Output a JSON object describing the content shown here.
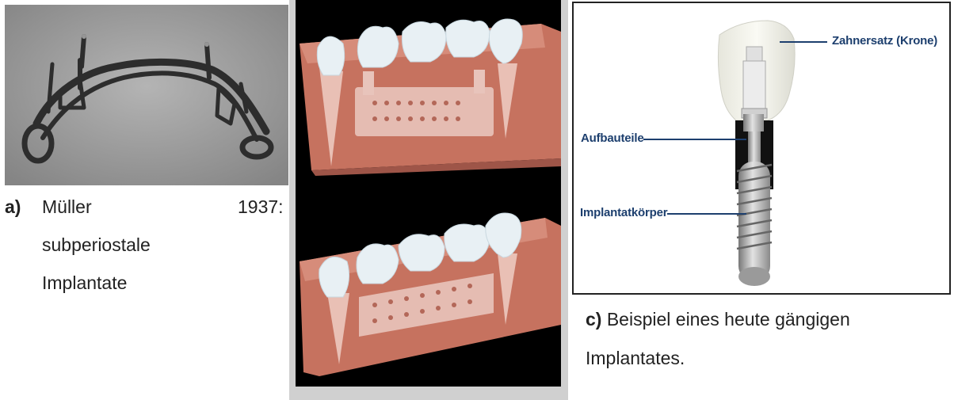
{
  "panel_a": {
    "letter": "a)",
    "caption_line1_left": "Müller",
    "caption_line1_right": "1937:",
    "caption_line2": "subperiostale",
    "caption_line3": "Implantate"
  },
  "panel_c": {
    "labels": {
      "crown": "Zahnersatz (Krone)",
      "abutment": "Aufbauteile",
      "implant_body": "Implantatkörper"
    },
    "letter": "c)",
    "caption_line1": "Beispiel eines heute gängigen",
    "caption_line2": "Implantates."
  },
  "colors": {
    "label_blue": "#1d3f6e",
    "gum": "#c8766a",
    "tooth": "#e8f0f4"
  }
}
